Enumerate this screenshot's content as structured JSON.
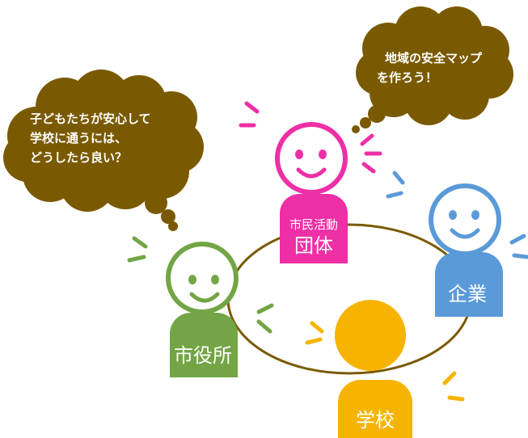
{
  "colors": {
    "background": "#ffffff",
    "bubble": "#7a5a00",
    "ring": "#7a5a00",
    "npo": "#ee2fa6",
    "company": "#5b9ad8",
    "city_hall": "#73a546",
    "school": "#f6b400"
  },
  "speech_bubbles": {
    "left": {
      "lines": [
        "子どもたちが安心して",
        "学校に通うには、",
        "どうしたら良い？"
      ]
    },
    "right": {
      "lines": [
        "地域の安全マップ",
        "を作ろう！"
      ]
    }
  },
  "figures": {
    "npo": {
      "label_line1": "市民活動",
      "label_line2": "団体",
      "icon": "smiling-person-icon"
    },
    "company": {
      "label": "企業",
      "icon": "smiling-person-icon"
    },
    "city_hall": {
      "label": "市役所",
      "icon": "smiling-person-icon"
    },
    "school": {
      "label": "学校",
      "icon": "person-back-view-icon"
    }
  }
}
